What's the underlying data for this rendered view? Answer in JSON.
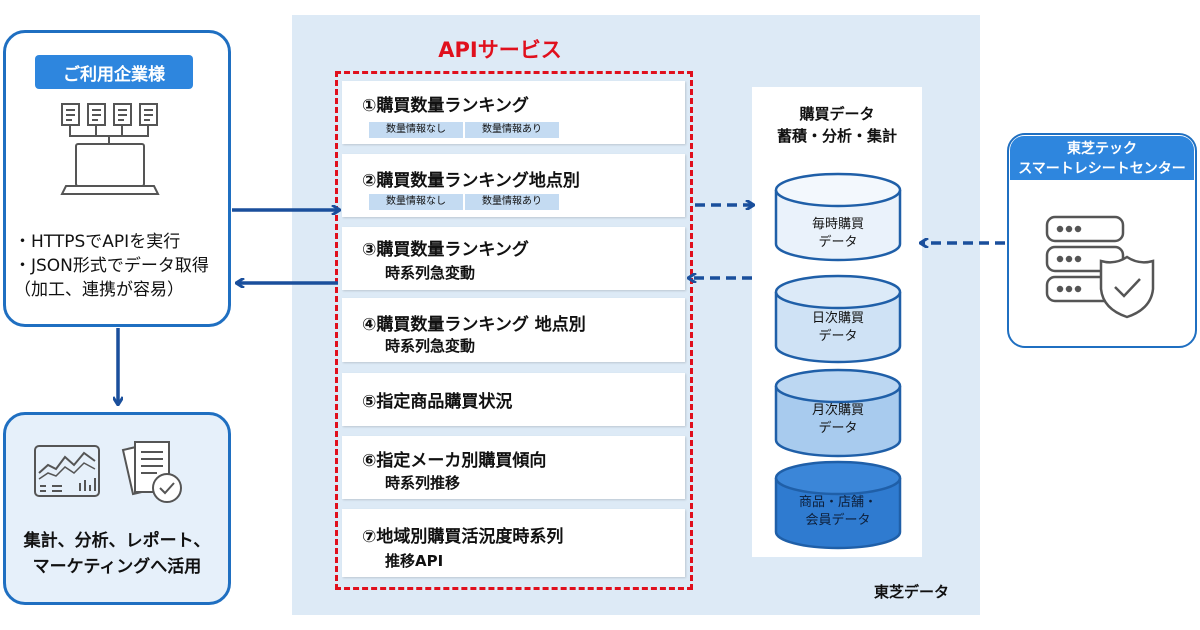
{
  "client": {
    "title": "ご利用企業様",
    "bullets": [
      "・HTTPSでAPIを実行",
      "・JSON形式でデータ取得",
      "（加工、連携が容易）"
    ]
  },
  "usage": {
    "line1": "集計、分析、レポート、",
    "line2": "マーケティングへ活用"
  },
  "api": {
    "title": "APIサービス",
    "items": [
      {
        "title": "①購買数量ランキング",
        "tags": [
          "数量情報なし",
          "数量情報あり"
        ]
      },
      {
        "title": "②購買数量ランキング地点別",
        "tags": [
          "数量情報なし",
          "数量情報あり"
        ]
      },
      {
        "title": "③購買数量ランキング",
        "sub": "時系列急変動"
      },
      {
        "title": "④購買数量ランキング 地点別",
        "sub": "時系列急変動"
      },
      {
        "title": "⑤指定商品購買状況"
      },
      {
        "title": "⑥指定メーカ別購買傾向",
        "sub": "時系列推移"
      },
      {
        "title": "⑦地域別購買活況度時系列",
        "sub": "推移API"
      }
    ]
  },
  "storage": {
    "title_line1": "購買データ",
    "title_line2": "蓄積・分析・集計",
    "cylinders": [
      {
        "line1": "毎時購買",
        "line2": "データ"
      },
      {
        "line1": "日次購買",
        "line2": "データ"
      },
      {
        "line1": "月次購買",
        "line2": "データ"
      },
      {
        "line1": "商品・店舗・",
        "line2": "会員データ"
      }
    ]
  },
  "receipt_center": {
    "line1": "東芝テック",
    "line2": "スマートレシートセンター"
  },
  "provider_label": "東芝データ",
  "colors": {
    "primary_blue": "#1f6fc1",
    "accent_blue": "#2e86de",
    "api_red": "#e0101d",
    "region_bg": "#ddeaf6",
    "arrow_blue": "#1a4f9c"
  },
  "icons": [
    "laptop-with-documents-icon",
    "analytics-screen-icon",
    "checked-documents-icon",
    "server-shield-icon"
  ]
}
